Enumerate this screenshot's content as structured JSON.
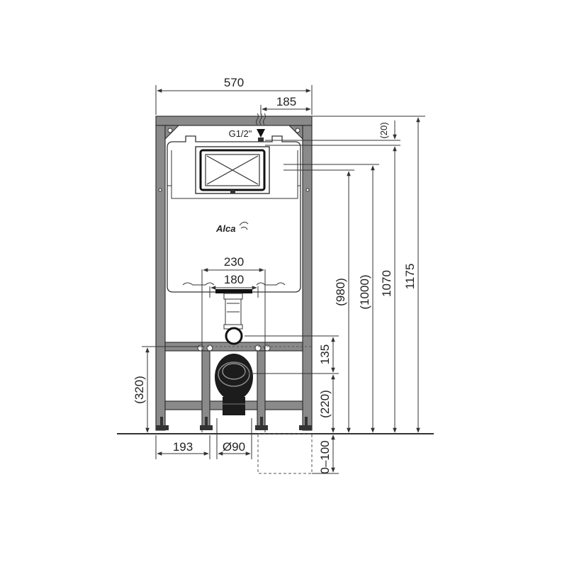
{
  "brand": "Alca",
  "colors": {
    "frame_fill": "#8a8a8a",
    "frame_stroke": "#333333",
    "line": "#444444",
    "tank_fill": "#ffffff",
    "pipe_fill": "#1c1c1c",
    "background": "#ffffff"
  },
  "dimensions": {
    "width_total": "570",
    "offset_right": "185",
    "inlet_thread": "G1/2\"",
    "top_offset": "(20)",
    "flush_plate_width": "230",
    "flush_plate_inner": "180",
    "height_980": "(980)",
    "height_1000": "(1000)",
    "height_1070": "1070",
    "height_1175": "1175",
    "bolt_height": "(320)",
    "drain_spacing": "135",
    "drain_height": "(220)",
    "left_offset": "193",
    "pipe_diameter": "Ø90",
    "adjust_range": "0–100"
  }
}
